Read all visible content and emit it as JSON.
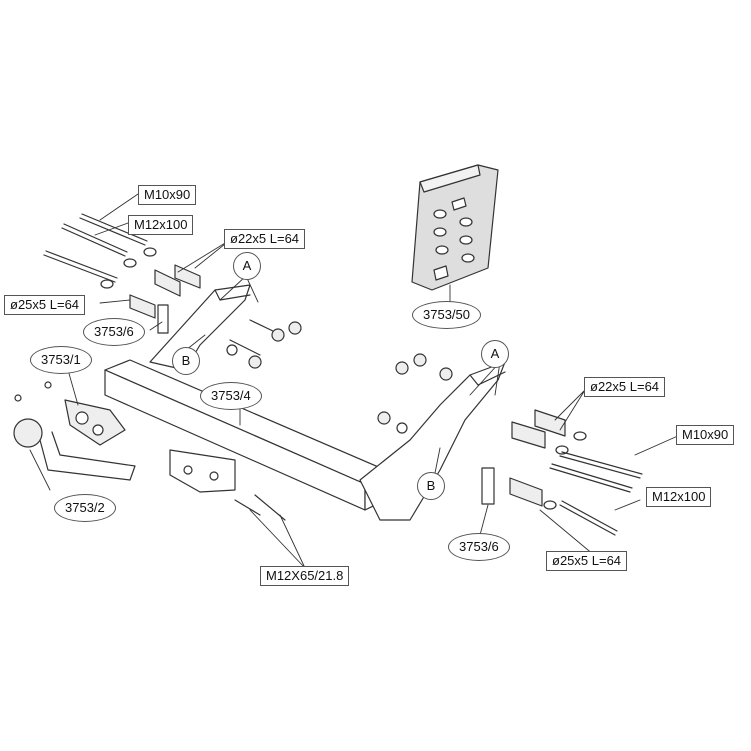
{
  "labels": {
    "m10x90_left": "M10x90",
    "m12x100_left": "M12x100",
    "d22_left": "ø22x5 L=64",
    "d25_left": "ø25x5 L=64",
    "part_3753_6_left": "3753/6",
    "part_3753_1": "3753/1",
    "part_3753_2": "3753/2",
    "part_3753_4": "3753/4",
    "part_3753_50": "3753/50",
    "part_3753_6_right": "3753/6",
    "d22_right": "ø22x5 L=64",
    "m10x90_right": "M10x90",
    "m12x100_right": "M12x100",
    "d25_right": "ø25x5 L=64",
    "m12x65": "M12X65/21.8",
    "a_left": "A",
    "a_right": "A",
    "b_left": "B",
    "b_right": "B"
  }
}
